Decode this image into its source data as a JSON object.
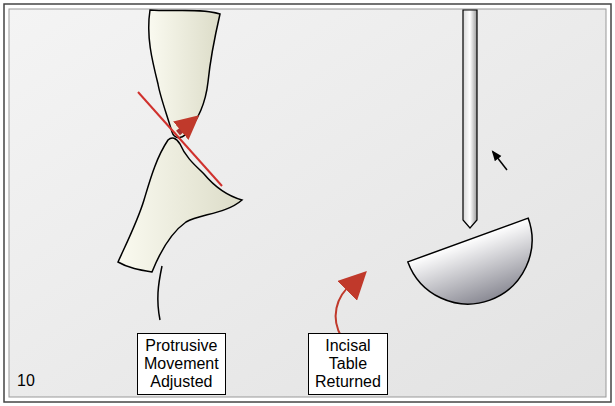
{
  "diagram": {
    "nodes": [
      {
        "text": [
          "Protrusive Movement Adjusted"
        ]
      },
      {
        "text": [
          "Incisal Table Returned"
        ]
      }
    ],
    "labels": [
      "10"
    ]
  }
}
